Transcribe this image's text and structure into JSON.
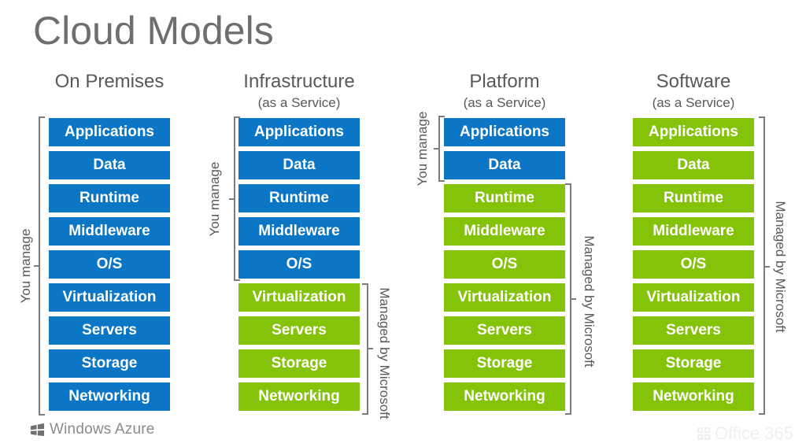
{
  "title": "Cloud Models",
  "colors": {
    "you_manage_fill": "#0B76C5",
    "managed_by_microsoft_fill": "#85C30B",
    "bracket": "#7C7C7C",
    "heading_text": "#595959",
    "box_text": "#FFFFFF"
  },
  "columns": [
    {
      "id": "on-premises",
      "title": "On Premises",
      "layers": [
        {
          "label": "Applications",
          "managed_by": "you"
        },
        {
          "label": "Data",
          "managed_by": "you"
        },
        {
          "label": "Runtime",
          "managed_by": "you"
        },
        {
          "label": "Middleware",
          "managed_by": "you"
        },
        {
          "label": "O/S",
          "managed_by": "you"
        },
        {
          "label": "Virtualization",
          "managed_by": "you"
        },
        {
          "label": "Servers",
          "managed_by": "you"
        },
        {
          "label": "Storage",
          "managed_by": "you"
        },
        {
          "label": "Networking",
          "managed_by": "you"
        }
      ],
      "brackets": [
        {
          "side": "left",
          "label": "You manage",
          "layer_start": 1,
          "layer_end": 9
        }
      ]
    },
    {
      "id": "iaas",
      "title": "Infrastructure",
      "subtitle": "(as a Service)",
      "layers": [
        {
          "label": "Applications",
          "managed_by": "you"
        },
        {
          "label": "Data",
          "managed_by": "you"
        },
        {
          "label": "Runtime",
          "managed_by": "you"
        },
        {
          "label": "Middleware",
          "managed_by": "you"
        },
        {
          "label": "O/S",
          "managed_by": "you"
        },
        {
          "label": "Virtualization",
          "managed_by": "microsoft"
        },
        {
          "label": "Servers",
          "managed_by": "microsoft"
        },
        {
          "label": "Storage",
          "managed_by": "microsoft"
        },
        {
          "label": "Networking",
          "managed_by": "microsoft"
        }
      ],
      "brackets": [
        {
          "side": "left",
          "label": "You manage",
          "layer_start": 1,
          "layer_end": 5
        },
        {
          "side": "right",
          "label": "Managed by Microsoft",
          "layer_start": 6,
          "layer_end": 9
        }
      ]
    },
    {
      "id": "paas",
      "title": "Platform",
      "subtitle": "(as a Service)",
      "layers": [
        {
          "label": "Applications",
          "managed_by": "you"
        },
        {
          "label": "Data",
          "managed_by": "you"
        },
        {
          "label": "Runtime",
          "managed_by": "microsoft"
        },
        {
          "label": "Middleware",
          "managed_by": "microsoft"
        },
        {
          "label": "O/S",
          "managed_by": "microsoft"
        },
        {
          "label": "Virtualization",
          "managed_by": "microsoft"
        },
        {
          "label": "Servers",
          "managed_by": "microsoft"
        },
        {
          "label": "Storage",
          "managed_by": "microsoft"
        },
        {
          "label": "Networking",
          "managed_by": "microsoft"
        }
      ],
      "brackets": [
        {
          "side": "left",
          "label": "You manage",
          "layer_start": 1,
          "layer_end": 2
        },
        {
          "side": "right",
          "label": "Managed by Microsoft",
          "layer_start": 3,
          "layer_end": 9
        }
      ]
    },
    {
      "id": "saas",
      "title": "Software",
      "subtitle": "(as a Service)",
      "layers": [
        {
          "label": "Applications",
          "managed_by": "microsoft"
        },
        {
          "label": "Data",
          "managed_by": "microsoft"
        },
        {
          "label": "Runtime",
          "managed_by": "microsoft"
        },
        {
          "label": "Middleware",
          "managed_by": "microsoft"
        },
        {
          "label": "O/S",
          "managed_by": "microsoft"
        },
        {
          "label": "Virtualization",
          "managed_by": "microsoft"
        },
        {
          "label": "Servers",
          "managed_by": "microsoft"
        },
        {
          "label": "Storage",
          "managed_by": "microsoft"
        },
        {
          "label": "Networking",
          "managed_by": "microsoft"
        }
      ],
      "brackets": [
        {
          "side": "right",
          "label": "Managed by Microsoft",
          "layer_start": 1,
          "layer_end": 9
        }
      ]
    }
  ],
  "footer": {
    "brand": "Windows Azure",
    "logo_icon": "windows-flag-icon"
  },
  "watermark": {
    "label": "Office 365",
    "icon": "office-grid-icon"
  }
}
